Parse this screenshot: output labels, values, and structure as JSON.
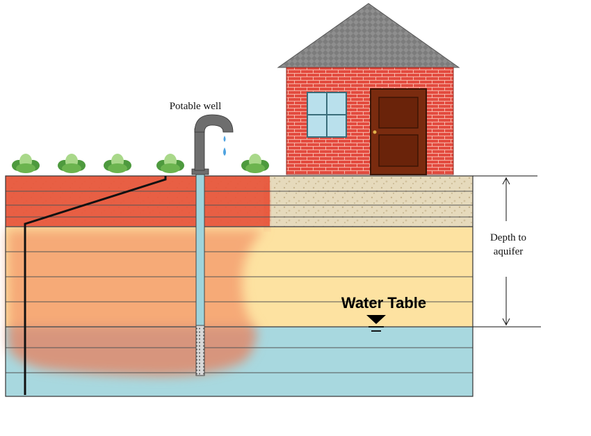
{
  "labels": {
    "potable_well": "Potable well",
    "depth_line1": "Depth to",
    "depth_line2": "aquifer",
    "water_table": "Water Table"
  },
  "icons": [
    "cabbage-plant-icon",
    "faucet-icon",
    "house-icon",
    "water-table-symbol-icon"
  ],
  "colors": {
    "contamination": "#e8553a",
    "plume_orange": "#f4a070",
    "vadose_zone": "#fde2a1",
    "topsoil": "#e6d9b8",
    "aquifer": "#a8d8df",
    "brick": "#e34b3f",
    "roof": "#8c8c8c",
    "door": "#7a2b0f",
    "window": "#b9e0ec",
    "well_casing": "#9fd4dc"
  }
}
